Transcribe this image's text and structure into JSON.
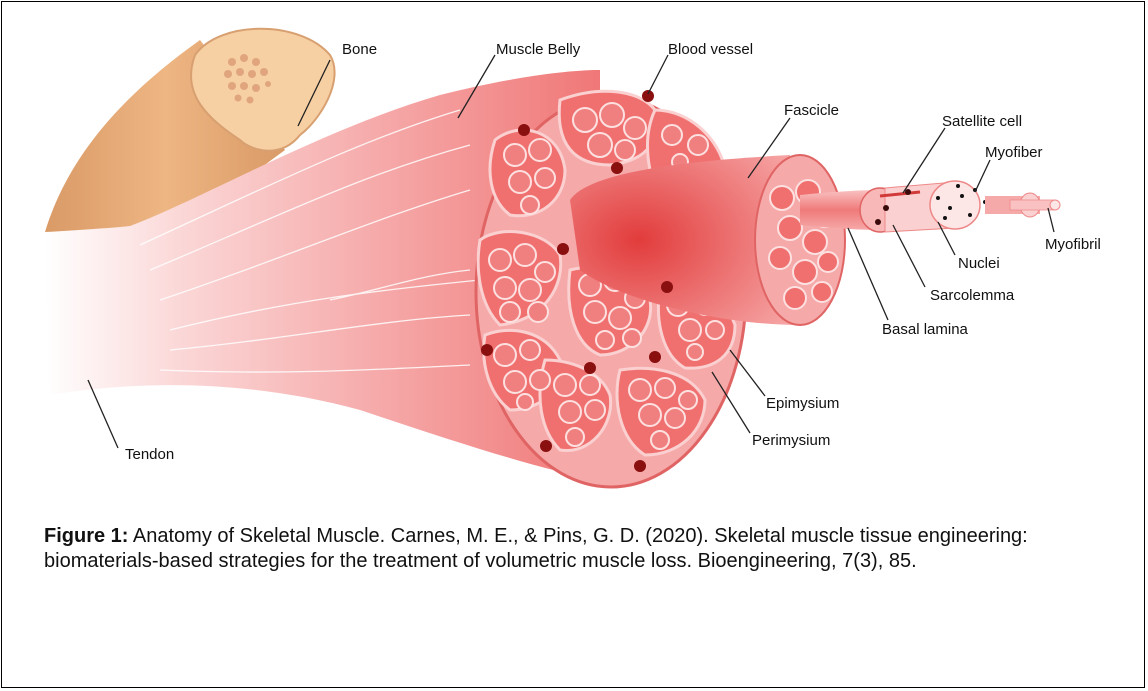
{
  "labels": {
    "bone": "Bone",
    "muscle_belly": "Muscle Belly",
    "blood_vessel": "Blood vessel",
    "fascicle": "Fascicle",
    "satellite_cell": "Satellite cell",
    "myofiber": "Myofiber",
    "nuclei": "Nuclei",
    "myofibril": "Myofibril",
    "sarcolemma": "Sarcolemma",
    "basal_lamina": "Basal lamina",
    "epimysium": "Epimysium",
    "perimysium": "Perimysium",
    "tendon": "Tendon"
  },
  "caption": {
    "bold": "Figure 1:",
    "text": " Anatomy of Skeletal Muscle. Carnes, M. E., & Pins, G. D. (2020). Skeletal muscle tissue engineering: biomaterials-based strategies for the treatment of volumetric muscle loss. Bioengineering, 7(3), 85."
  },
  "colors": {
    "bone": "#e6a877",
    "bone_end": "#f5cfa3",
    "muscle": "#f07a7a",
    "muscle_light": "#f8b3b3",
    "fiber": "#f06a6a",
    "membrane": "#fbd0d0",
    "vessel": "#8a0f0f",
    "line": "#222222"
  }
}
